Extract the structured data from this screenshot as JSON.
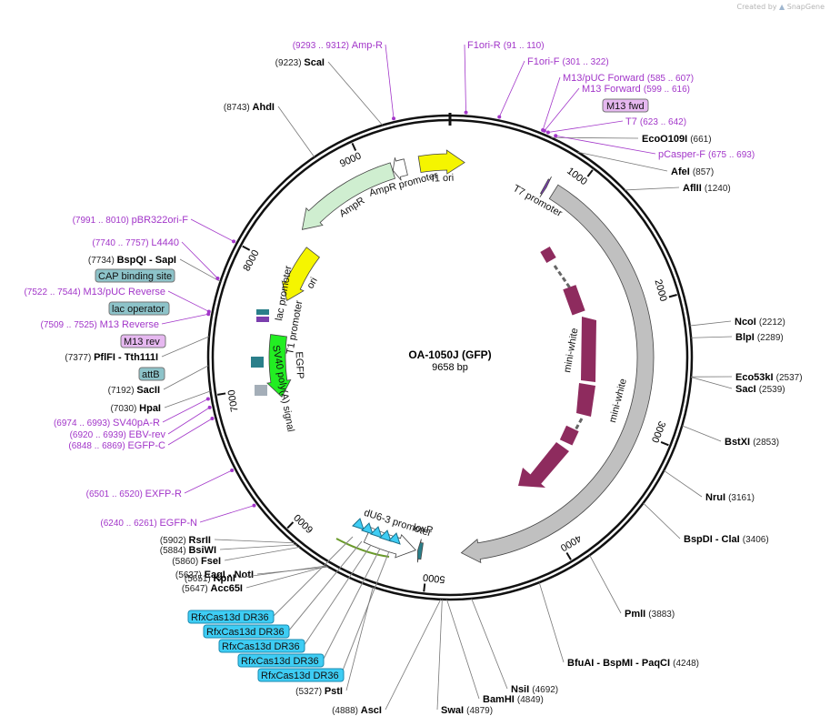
{
  "credit": {
    "created_by": "Created by",
    "brand": "SnapGene"
  },
  "plasmid": {
    "name": "OA-1050J (GFP)",
    "length_label": "9658 bp",
    "total_bp": 9658
  },
  "ticks": [
    "1000",
    "2000",
    "3000",
    "4000",
    "5000",
    "6000",
    "7000",
    "8000",
    "9000"
  ],
  "features": [
    {
      "name": "f1 ori",
      "start": 9418,
      "end": 115,
      "dir": 1,
      "ring": "inner",
      "color": "#f5f500",
      "label": "f1 ori"
    },
    {
      "name": "AmpR promoter",
      "start": 9203,
      "end": 9307,
      "dir": -1,
      "ring": "inner",
      "color": "#ffffff",
      "label": "AmpR promoter"
    },
    {
      "name": "AmpR",
      "start": 8340,
      "end": 9200,
      "dir": -1,
      "ring": "inner",
      "color": "#cfeed0",
      "label": "AmpR"
    },
    {
      "name": "ori",
      "start": 7760,
      "end": 8250,
      "dir": -1,
      "ring": "mid",
      "color": "#f5f500",
      "label": "ori"
    },
    {
      "name": "T7 promoter",
      "start": 775,
      "end": 793,
      "dir": 1,
      "ring": "inner",
      "color": "#7b3fae",
      "label": "T7 promoter"
    },
    {
      "name": "mini-white outer",
      "start": 860,
      "end": 4740,
      "dir": 1,
      "ring": "inner",
      "color": "#c0c0c0",
      "label": "mini-white"
    },
    {
      "name": "EGFP",
      "start": 6890,
      "end": 7440,
      "dir": -1,
      "ring": "mid",
      "color": "#22ee22",
      "label": "EGFP"
    },
    {
      "name": "loxP",
      "start": 5050,
      "end": 5084,
      "dir": 1,
      "ring": "inner",
      "color": "#2a7f8a",
      "label": "loxP"
    },
    {
      "name": "dU6-3 promoter",
      "start": 5100,
      "end": 5500,
      "dir": -1,
      "ring": "inner",
      "color": "#ffffff",
      "label": "dU6-3 promoter"
    }
  ],
  "dr36": [
    {
      "label": "RfxCas13d DR36"
    },
    {
      "label": "RfxCas13d DR36"
    },
    {
      "label": "RfxCas13d DR36"
    },
    {
      "label": "RfxCas13d DR36"
    },
    {
      "label": "RfxCas13d DR36"
    }
  ],
  "small_features": [
    {
      "name": "lac promoter",
      "label": "lac promoter"
    },
    {
      "name": "T1 promoter",
      "label": "T1 promoter"
    },
    {
      "name": "SV40 poly(A) signal",
      "label": "SV40 poly(A) signal"
    },
    {
      "name": "mini-white inner",
      "label": "mini-white"
    }
  ],
  "boxes": {
    "m13_fwd": "M13 fwd",
    "cap": "CAP binding site",
    "lac_op": "lac operator",
    "m13_rev": "M13 rev",
    "attb": "attB"
  },
  "colors": {
    "accent_purple": "#a236c9",
    "mini_white": "#8e2b5e",
    "dr36_fill": "#3ecdf4",
    "box_teal": "#8dc3c9",
    "box_pink": "#e6b8f0"
  },
  "sites": [
    {
      "name": "ScaI",
      "pos": "(9223)"
    },
    {
      "name": "AhdI",
      "pos": "(8743)"
    },
    {
      "name": "EcoO109I",
      "pos": "(661)"
    },
    {
      "name": "AfeI",
      "pos": "(857)"
    },
    {
      "name": "AflII",
      "pos": "(1240)"
    },
    {
      "name": "NcoI",
      "pos": "(2212)"
    },
    {
      "name": "BlpI",
      "pos": "(2289)"
    },
    {
      "name": "Eco53kI",
      "pos": "(2537)"
    },
    {
      "name": "SacI",
      "pos": "(2539)"
    },
    {
      "name": "BstXI",
      "pos": "(2853)"
    },
    {
      "name": "NruI",
      "pos": "(3161)"
    },
    {
      "name": "BspDI  -  ClaI",
      "pos": "(3406)"
    },
    {
      "name": "PmlI",
      "pos": "(3883)"
    },
    {
      "name": "BfuAI  -  BspMI  -  PaqCI",
      "pos": "(4248)"
    },
    {
      "name": "NsiI",
      "pos": "(4692)"
    },
    {
      "name": "BamHI",
      "pos": "(4849)"
    },
    {
      "name": "SwaI",
      "pos": "(4879)"
    },
    {
      "name": "AscI",
      "pos": "(4888)"
    },
    {
      "name": "PstI",
      "pos": "(5327)"
    },
    {
      "name": "EagI  -  NotI",
      "pos": "(5637)"
    },
    {
      "name": "Acc65I",
      "pos": "(5647)"
    },
    {
      "name": "KpnI",
      "pos": "(5651)"
    },
    {
      "name": "FseI",
      "pos": "(5860)"
    },
    {
      "name": "BsiWI",
      "pos": "(5884)"
    },
    {
      "name": "RsrII",
      "pos": "(5902)"
    },
    {
      "name": "HpaI",
      "pos": "(7030)"
    },
    {
      "name": "SacII",
      "pos": "(7192)"
    },
    {
      "name": "PflFI  -  Tth111I",
      "pos": "(7377)"
    },
    {
      "name": "BspQI  -  SapI",
      "pos": "(7734)"
    }
  ],
  "primers": [
    {
      "name": "Amp-R",
      "pos": "(9293 .. 9312)"
    },
    {
      "name": "F1ori-R",
      "pos": "(91 .. 110)"
    },
    {
      "name": "F1ori-F",
      "pos": "(301 .. 322)"
    },
    {
      "name": "M13/pUC Forward",
      "pos": "(585 .. 607)"
    },
    {
      "name": "M13 Forward",
      "pos": "(599 .. 616)"
    },
    {
      "name": "T7",
      "pos": "(623 .. 642)"
    },
    {
      "name": "pCasper-F",
      "pos": "(675 .. 693)"
    },
    {
      "name": "pBR322ori-F",
      "pos": "(7991 .. 8010)"
    },
    {
      "name": "L4440",
      "pos": "(7740 .. 7757)"
    },
    {
      "name": "M13/pUC Reverse",
      "pos": "(7522 .. 7544)"
    },
    {
      "name": "M13 Reverse",
      "pos": "(7509 .. 7525)"
    },
    {
      "name": "SV40pA-R",
      "pos": "(6974 .. 6993)"
    },
    {
      "name": "EBV-rev",
      "pos": "(6920 .. 6939)"
    },
    {
      "name": "EGFP-C",
      "pos": "(6848 .. 6869)"
    },
    {
      "name": "EXFP-R",
      "pos": "(6501 .. 6520)"
    },
    {
      "name": "EGFP-N",
      "pos": "(6240 .. 6261)"
    }
  ]
}
